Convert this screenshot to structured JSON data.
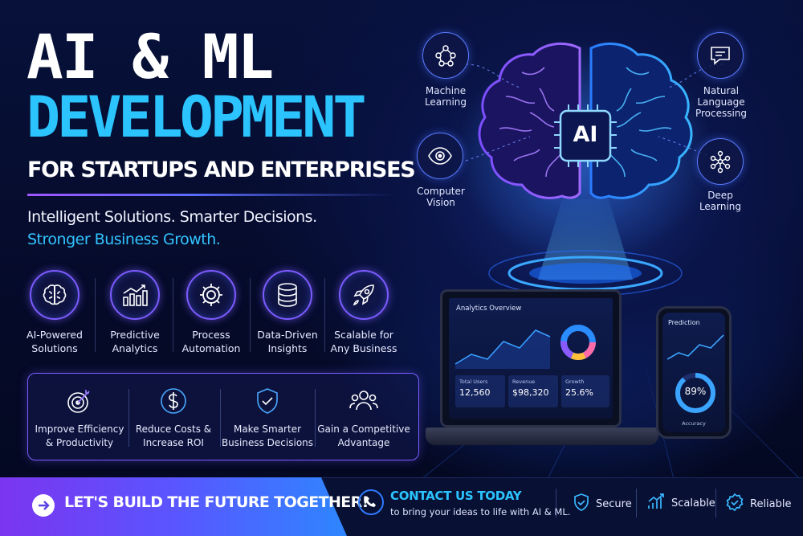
{
  "hero": {
    "title_line1": "AI & ML",
    "title_line2": "DEVELOPMENT",
    "subtitle": "FOR STARTUPS AND ENTERPRISES",
    "tagline_line1": "Intelligent Solutions. Smarter Decisions.",
    "tagline_line2": "Stronger Business Growth."
  },
  "features": [
    {
      "label": "AI-Powered\nSolutions",
      "icon": "brain-icon"
    },
    {
      "label": "Predictive\nAnalytics",
      "icon": "bar-chart-icon"
    },
    {
      "label": "Process\nAutomation",
      "icon": "gear-icon"
    },
    {
      "label": "Data-Driven\nInsights",
      "icon": "database-icon"
    },
    {
      "label": "Scalable for\nAny Business",
      "icon": "rocket-icon"
    }
  ],
  "benefits": [
    {
      "label": "Improve Efficiency\n& Productivity",
      "icon": "target-icon"
    },
    {
      "label": "Reduce Costs &\nIncrease ROI",
      "icon": "dollar-icon"
    },
    {
      "label": "Make Smarter\nBusiness Decisions",
      "icon": "shield-check-icon"
    },
    {
      "label": "Gain a Competitive\nAdvantage",
      "icon": "team-icon"
    }
  ],
  "ai_nodes": [
    {
      "label": "Machine\nLearning",
      "icon": "network-icon"
    },
    {
      "label": "Computer\nVision",
      "icon": "eye-icon"
    },
    {
      "label": "Natural\nLanguage\nProcessing",
      "icon": "chat-icon"
    },
    {
      "label": "Deep\nLearning",
      "icon": "neural-net-icon"
    }
  ],
  "brain_chip_label": "AI",
  "laptop": {
    "title": "Analytics Overview",
    "stats": [
      {
        "label": "Total Users",
        "value": "12,560"
      },
      {
        "label": "Revenue",
        "value": "$98,320"
      },
      {
        "label": "Growth",
        "value": "25.6%"
      }
    ]
  },
  "phone": {
    "title": "Prediction",
    "value": "89%",
    "caption": "Accuracy",
    "progress": 0.89
  },
  "cta": {
    "label": "LET'S BUILD THE FUTURE TOGETHER!"
  },
  "contact": {
    "title": "CONTACT US TODAY",
    "subtitle": "to bring your ideas to life with AI & ML."
  },
  "trust": [
    {
      "label": "Secure",
      "icon": "shield-check-icon"
    },
    {
      "label": "Scalable",
      "icon": "growth-chart-icon"
    },
    {
      "label": "Reliable",
      "icon": "badge-check-icon"
    }
  ],
  "colors": {
    "accent_cyan": "#2bc4ff",
    "accent_purple": "#7b5cff",
    "background": "#050a26"
  }
}
